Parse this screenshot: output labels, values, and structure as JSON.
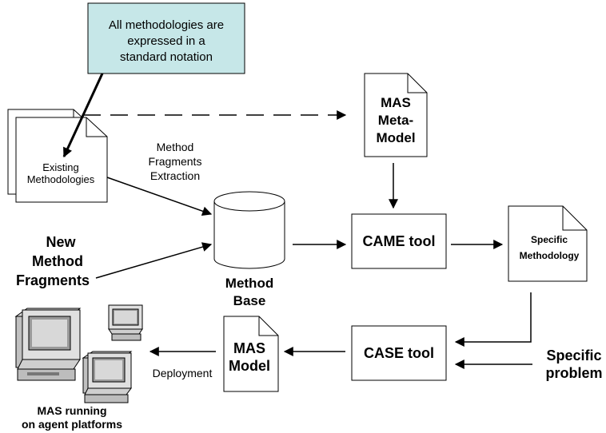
{
  "callout": {
    "lines": [
      "All methodologies are",
      "expressed in a",
      "standard notation"
    ],
    "fill": "#c6e7e8"
  },
  "existing": {
    "lines": [
      "Existing",
      "Methodologies"
    ]
  },
  "extraction": {
    "lines": [
      "Method",
      "Fragments",
      "Extraction"
    ]
  },
  "meta_model": {
    "lines": [
      "MAS",
      "Meta-",
      "Model"
    ]
  },
  "new_fragments": {
    "lines": [
      "New",
      "Method",
      "Fragments"
    ]
  },
  "method_base": {
    "lines": [
      "Method",
      "Base"
    ]
  },
  "came_tool": {
    "label": "CAME tool"
  },
  "specific_methodology": {
    "lines": [
      "Specific",
      "Methodology"
    ]
  },
  "case_tool": {
    "label": "CASE tool"
  },
  "mas_model": {
    "lines": [
      "MAS",
      "Model"
    ]
  },
  "specific_problem": {
    "lines": [
      "Specific",
      "problem"
    ]
  },
  "deployment": {
    "label": "Deployment"
  },
  "platforms": {
    "lines": [
      "MAS running",
      "on agent platforms"
    ]
  },
  "icons": [
    "computer-icon-large",
    "computer-icon-small",
    "computer-icon-medium"
  ]
}
